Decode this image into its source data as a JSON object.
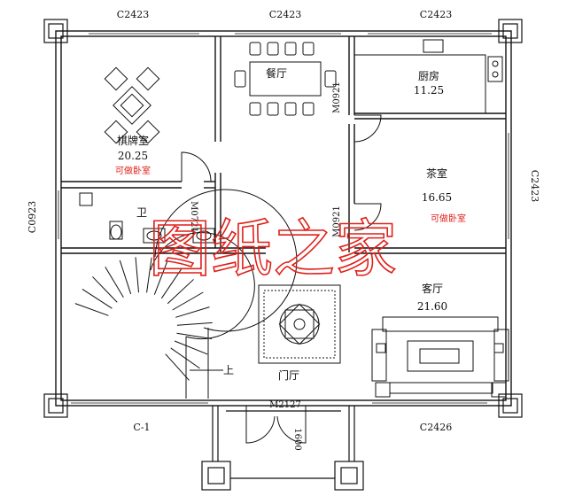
{
  "windows": {
    "top_left": "C2423",
    "top_mid": "C2423",
    "top_right": "C2423",
    "right": "C2423",
    "left": "C0923",
    "bottom_left": "C-1",
    "bottom_right": "C2426"
  },
  "doors": {
    "main": "M2127",
    "kitchen": "M0921",
    "tea": "M0921",
    "wc": "M0721",
    "porch_dim": "1600"
  },
  "rooms": {
    "chess": {
      "name": "棋牌室",
      "area": "20.25",
      "note": "可做卧室"
    },
    "dining": {
      "name": "餐厅"
    },
    "kitchen": {
      "name": "厨房",
      "area": "11.25"
    },
    "tea": {
      "name": "茶室",
      "area": "16.65",
      "note": "可做卧室"
    },
    "wc": {
      "name": "卫"
    },
    "living": {
      "name": "客厅",
      "area": "21.60"
    },
    "foyer": {
      "name": "门厅"
    }
  },
  "stair": {
    "up": "上"
  },
  "watermark": "图纸之家",
  "colors": {
    "line": "#111111",
    "accent": "#e0201a"
  }
}
